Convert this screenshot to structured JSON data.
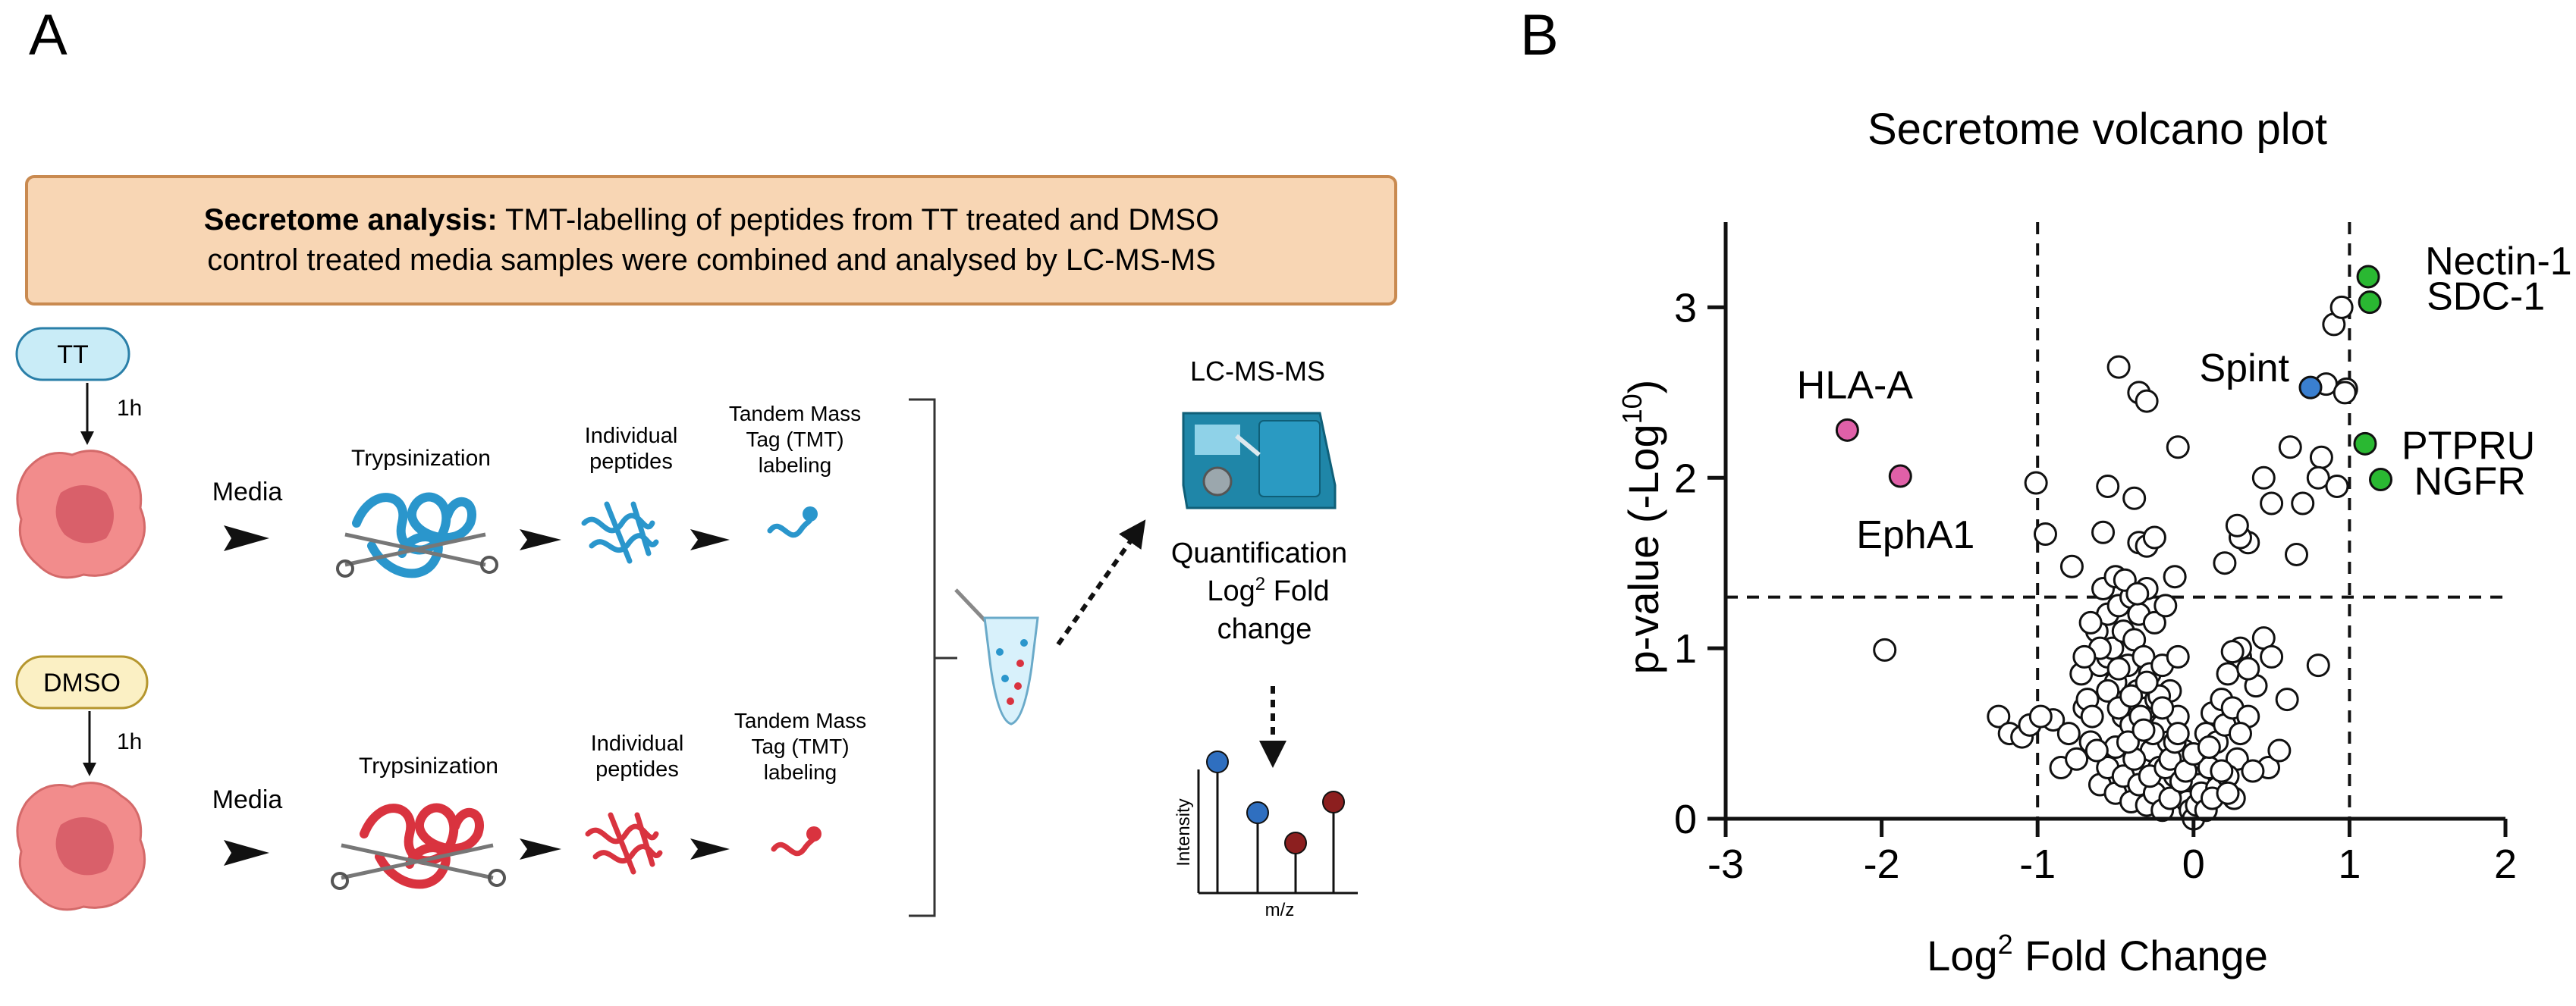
{
  "panel_a": {
    "letter": "A",
    "banner": {
      "bold": "Secretome analysis:",
      "line1_rest": " TMT-labelling of peptides from TT treated and DMSO",
      "line2": "control treated media samples were combined and analysed by LC-MS-MS"
    },
    "rows": [
      {
        "condition": "TT",
        "time": "1h",
        "media": "Media",
        "step1": "Trypsinization",
        "step2": [
          "Individual",
          "peptides"
        ],
        "step3": [
          "Tandem Mass",
          "Tag (TMT)",
          "labeling"
        ],
        "color": "#2a96cc"
      },
      {
        "condition": "DMSO",
        "time": "1h",
        "media": "Media",
        "step1": "Trypsinization",
        "step2": [
          "Individual",
          "peptides"
        ],
        "step3": [
          "Tandem Mass",
          "Tag (TMT)",
          "labeling"
        ],
        "color": "#d9333f"
      }
    ],
    "instrument_label": "LC-MS-MS",
    "quantification": [
      "Quantification",
      "Log",
      "2",
      " Fold",
      "change"
    ],
    "spectrum": {
      "xlabel": "m/z",
      "ylabel": "Intensity"
    },
    "colors": {
      "banner_fill": "#f8d6b4",
      "banner_stroke": "#c98a50",
      "cell": "#f28c8c",
      "cell_nucleus": "#d9606a",
      "tt_box": "#c9ecf7",
      "dmso_box": "#fbf0c4"
    }
  },
  "panel_b": {
    "letter": "B",
    "chart_data": {
      "type": "scatter",
      "title": "Secretome volcano plot",
      "xlabel": "Log2 Fold Change",
      "xlabel_parts": [
        "Log",
        "2",
        " Fold Change"
      ],
      "ylabel": "p-value (-Log10)",
      "ylabel_parts": [
        "p-value (-Log",
        "10",
        ")"
      ],
      "xlim": [
        -3,
        2
      ],
      "ylim": [
        0,
        3.5
      ],
      "xticks": [
        -3,
        -2,
        -1,
        0,
        1,
        2
      ],
      "yticks": [
        0,
        1,
        2,
        3
      ],
      "thresholds": {
        "x": [
          -1,
          1
        ],
        "y": 1.3
      },
      "highlighted": [
        {
          "label": "Nectin-1",
          "x": 1.12,
          "y": 3.18,
          "color": "#2ab832"
        },
        {
          "label": "SDC-1",
          "x": 1.13,
          "y": 3.03,
          "color": "#2ab832"
        },
        {
          "label": "PTPRU",
          "x": 1.1,
          "y": 2.2,
          "color": "#2ab832"
        },
        {
          "label": "NGFR",
          "x": 1.2,
          "y": 1.99,
          "color": "#2ab832"
        },
        {
          "label": "Spint",
          "x": 0.75,
          "y": 2.53,
          "color": "#3a7fd0"
        },
        {
          "label": "HLA-A",
          "x": -2.22,
          "y": 2.28,
          "color": "#e060a8"
        },
        {
          "label": "EphA1",
          "x": -1.88,
          "y": 2.01,
          "color": "#e060a8"
        }
      ],
      "background_points": [
        [
          -1.98,
          0.99
        ],
        [
          -1.01,
          1.97
        ],
        [
          -0.95,
          1.67
        ],
        [
          -1.25,
          0.6
        ],
        [
          -1.18,
          0.5
        ],
        [
          -1.1,
          0.48
        ],
        [
          -1.05,
          0.55
        ],
        [
          -0.9,
          0.58
        ],
        [
          -0.98,
          0.6
        ],
        [
          -0.78,
          1.48
        ],
        [
          -0.72,
          0.85
        ],
        [
          -0.7,
          0.65
        ],
        [
          -0.68,
          0.7
        ],
        [
          -0.65,
          0.6
        ],
        [
          -0.62,
          1.1
        ],
        [
          -0.6,
          0.9
        ],
        [
          -0.58,
          1.35
        ],
        [
          -0.55,
          0.95
        ],
        [
          -0.55,
          1.2
        ],
        [
          -0.52,
          1.0
        ],
        [
          -0.5,
          1.42
        ],
        [
          -0.5,
          0.8
        ],
        [
          -0.48,
          1.25
        ],
        [
          -0.45,
          1.1
        ],
        [
          -0.45,
          0.6
        ],
        [
          -0.42,
          0.9
        ],
        [
          -0.4,
          1.3
        ],
        [
          -0.4,
          0.55
        ],
        [
          -0.38,
          1.05
        ],
        [
          -0.36,
          0.75
        ],
        [
          -0.35,
          1.2
        ],
        [
          -0.33,
          0.45
        ],
        [
          -0.32,
          0.95
        ],
        [
          -0.3,
          1.35
        ],
        [
          -0.3,
          0.65
        ],
        [
          -0.28,
          0.85
        ],
        [
          -0.27,
          0.4
        ],
        [
          -0.25,
          1.15
        ],
        [
          -0.24,
          0.7
        ],
        [
          -0.22,
          0.3
        ],
        [
          -0.2,
          0.9
        ],
        [
          -0.2,
          0.55
        ],
        [
          -0.18,
          1.25
        ],
        [
          -0.16,
          0.45
        ],
        [
          -0.15,
          0.75
        ],
        [
          -0.12,
          0.25
        ],
        [
          -0.1,
          0.6
        ],
        [
          -0.1,
          0.95
        ],
        [
          -0.08,
          0.15
        ],
        [
          -0.06,
          0.4
        ],
        [
          -0.04,
          0.1
        ],
        [
          -0.02,
          0.05
        ],
        [
          0.0,
          0.0
        ],
        [
          0.02,
          0.08
        ],
        [
          0.04,
          0.2
        ],
        [
          0.06,
          0.35
        ],
        [
          0.08,
          0.5
        ],
        [
          0.1,
          0.3
        ],
        [
          0.12,
          0.62
        ],
        [
          0.15,
          0.45
        ],
        [
          0.18,
          0.7
        ],
        [
          0.2,
          0.55
        ],
        [
          0.22,
          0.85
        ],
        [
          0.25,
          0.65
        ],
        [
          0.28,
          0.35
        ],
        [
          0.3,
          0.95
        ],
        [
          0.35,
          0.6
        ],
        [
          0.4,
          0.78
        ],
        [
          0.48,
          0.3
        ],
        [
          -0.85,
          0.3
        ],
        [
          -0.75,
          0.35
        ],
        [
          -0.8,
          0.5
        ],
        [
          -0.66,
          0.45
        ],
        [
          -0.6,
          0.2
        ],
        [
          -0.55,
          0.3
        ],
        [
          -0.5,
          0.15
        ],
        [
          -0.45,
          0.25
        ],
        [
          -0.4,
          0.1
        ],
        [
          -0.35,
          0.2
        ],
        [
          -0.3,
          0.08
        ],
        [
          -0.25,
          0.15
        ],
        [
          -0.2,
          0.05
        ],
        [
          -0.15,
          0.12
        ],
        [
          -0.5,
          0.42
        ],
        [
          -0.38,
          0.35
        ],
        [
          -0.28,
          0.25
        ],
        [
          -0.18,
          0.3
        ],
        [
          -0.08,
          0.22
        ],
        [
          0.05,
          0.15
        ],
        [
          0.08,
          0.05
        ],
        [
          0.15,
          0.18
        ],
        [
          0.22,
          0.25
        ],
        [
          0.26,
          0.12
        ],
        [
          -0.6,
          1.0
        ],
        [
          -0.55,
          0.75
        ],
        [
          -0.48,
          0.65
        ],
        [
          -0.42,
          0.45
        ],
        [
          -0.34,
          0.6
        ],
        [
          -0.26,
          0.5
        ],
        [
          -0.15,
          0.35
        ],
        [
          -0.05,
          0.28
        ],
        [
          0.12,
          0.12
        ],
        [
          -0.7,
          0.95
        ],
        [
          -0.66,
          1.15
        ],
        [
          -0.44,
          1.4
        ],
        [
          -0.36,
          1.32
        ],
        [
          -0.32,
          0.52
        ],
        [
          -0.22,
          0.72
        ],
        [
          -0.12,
          0.45
        ],
        [
          -0.48,
          0.88
        ],
        [
          -0.4,
          0.72
        ],
        [
          -0.3,
          0.8
        ],
        [
          -0.2,
          0.65
        ],
        [
          -0.1,
          0.5
        ],
        [
          0.0,
          0.38
        ],
        [
          0.1,
          0.42
        ],
        [
          0.18,
          0.28
        ],
        [
          0.3,
          0.5
        ],
        [
          -0.62,
          0.4
        ],
        [
          0.45,
          1.06
        ],
        [
          0.3,
          1.0
        ],
        [
          0.25,
          0.98
        ],
        [
          0.5,
          0.95
        ],
        [
          0.35,
          0.88
        ],
        [
          0.8,
          0.9
        ],
        [
          0.6,
          0.7
        ],
        [
          0.38,
          0.28
        ],
        [
          0.22,
          0.15
        ],
        [
          0.55,
          0.4
        ],
        [
          -0.48,
          2.65
        ],
        [
          -0.35,
          2.5
        ],
        [
          -0.3,
          2.45
        ],
        [
          -0.55,
          1.95
        ],
        [
          -0.38,
          1.88
        ],
        [
          -0.58,
          1.68
        ],
        [
          -0.35,
          1.62
        ],
        [
          -0.3,
          1.6
        ],
        [
          -0.25,
          1.65
        ],
        [
          -0.12,
          1.42
        ],
        [
          -0.1,
          2.18
        ],
        [
          0.5,
          1.85
        ],
        [
          0.45,
          2.0
        ],
        [
          0.35,
          1.62
        ],
        [
          0.3,
          1.65
        ],
        [
          0.28,
          1.72
        ],
        [
          0.2,
          1.5
        ],
        [
          0.62,
          2.18
        ],
        [
          0.82,
          2.12
        ],
        [
          0.8,
          2.0
        ],
        [
          0.92,
          1.95
        ],
        [
          0.7,
          1.85
        ],
        [
          0.66,
          1.55
        ],
        [
          0.85,
          2.55
        ],
        [
          0.98,
          2.52
        ],
        [
          0.9,
          2.9
        ],
        [
          0.95,
          3.0
        ],
        [
          0.97,
          2.5
        ]
      ],
      "point_stroke": "#111111",
      "point_fill": "#ffffff"
    }
  }
}
